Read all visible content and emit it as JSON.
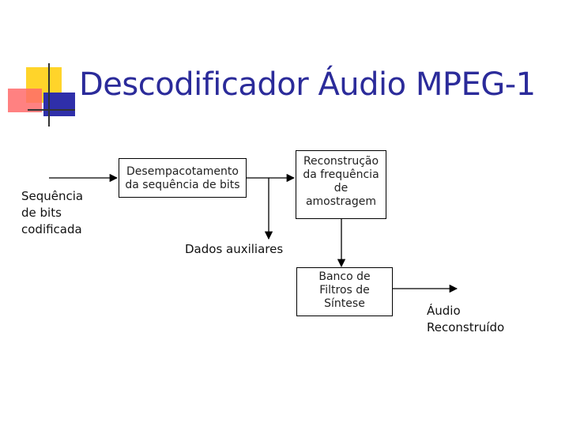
{
  "slide": {
    "title": "Descodificador Áudio MPEG-1"
  },
  "diagram": {
    "input_label": "Sequência\nde bits\ncodificada",
    "unpack_box": "Desempacotamento\nda sequência de bits",
    "ancillary_label": "Dados auxiliares",
    "reconstruct_box": "Reconstrução\nda frequência\nde\namostragem",
    "filterbank_box": "Banco de\nFiltros de\nSíntese",
    "output_label": "Áudio\nReconstruído"
  },
  "colors": {
    "title": "#2b2b9a",
    "deco_yellow": "#ffd42a",
    "deco_red": "#ff6666",
    "deco_blue": "#2f2faa"
  }
}
